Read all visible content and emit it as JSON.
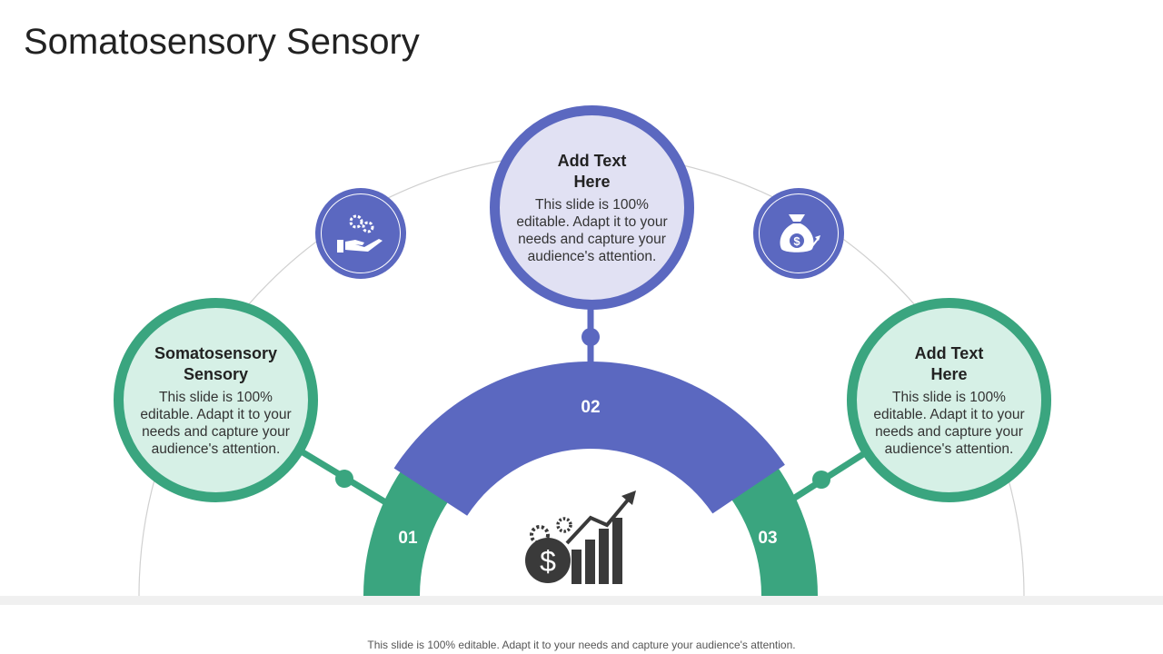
{
  "title": "Somatosensory Sensory",
  "segments": [
    {
      "label": "01",
      "color": "#3aa57f"
    },
    {
      "label": "02",
      "color": "#5b68c0"
    },
    {
      "label": "03",
      "color": "#3aa57f"
    }
  ],
  "items": [
    {
      "heading": "Somatosensory Sensory",
      "body": "This slide is 100% editable. Adapt it to your needs and capture your audience's attention."
    },
    {
      "heading": "Add Text Here",
      "body": "This slide is 100% editable. Adapt it to your needs and capture your audience's attention."
    },
    {
      "heading": "Add Text Here",
      "body": "This slide is 100% editable. Adapt it to your needs and capture your audience's attention."
    }
  ],
  "icons": {
    "left": "hand-gears-icon",
    "right": "money-bag-growth-icon",
    "center": "dollar-growth-chart-icon"
  },
  "footer": "This slide is 100% editable. Adapt it to your needs and capture your audience's attention."
}
